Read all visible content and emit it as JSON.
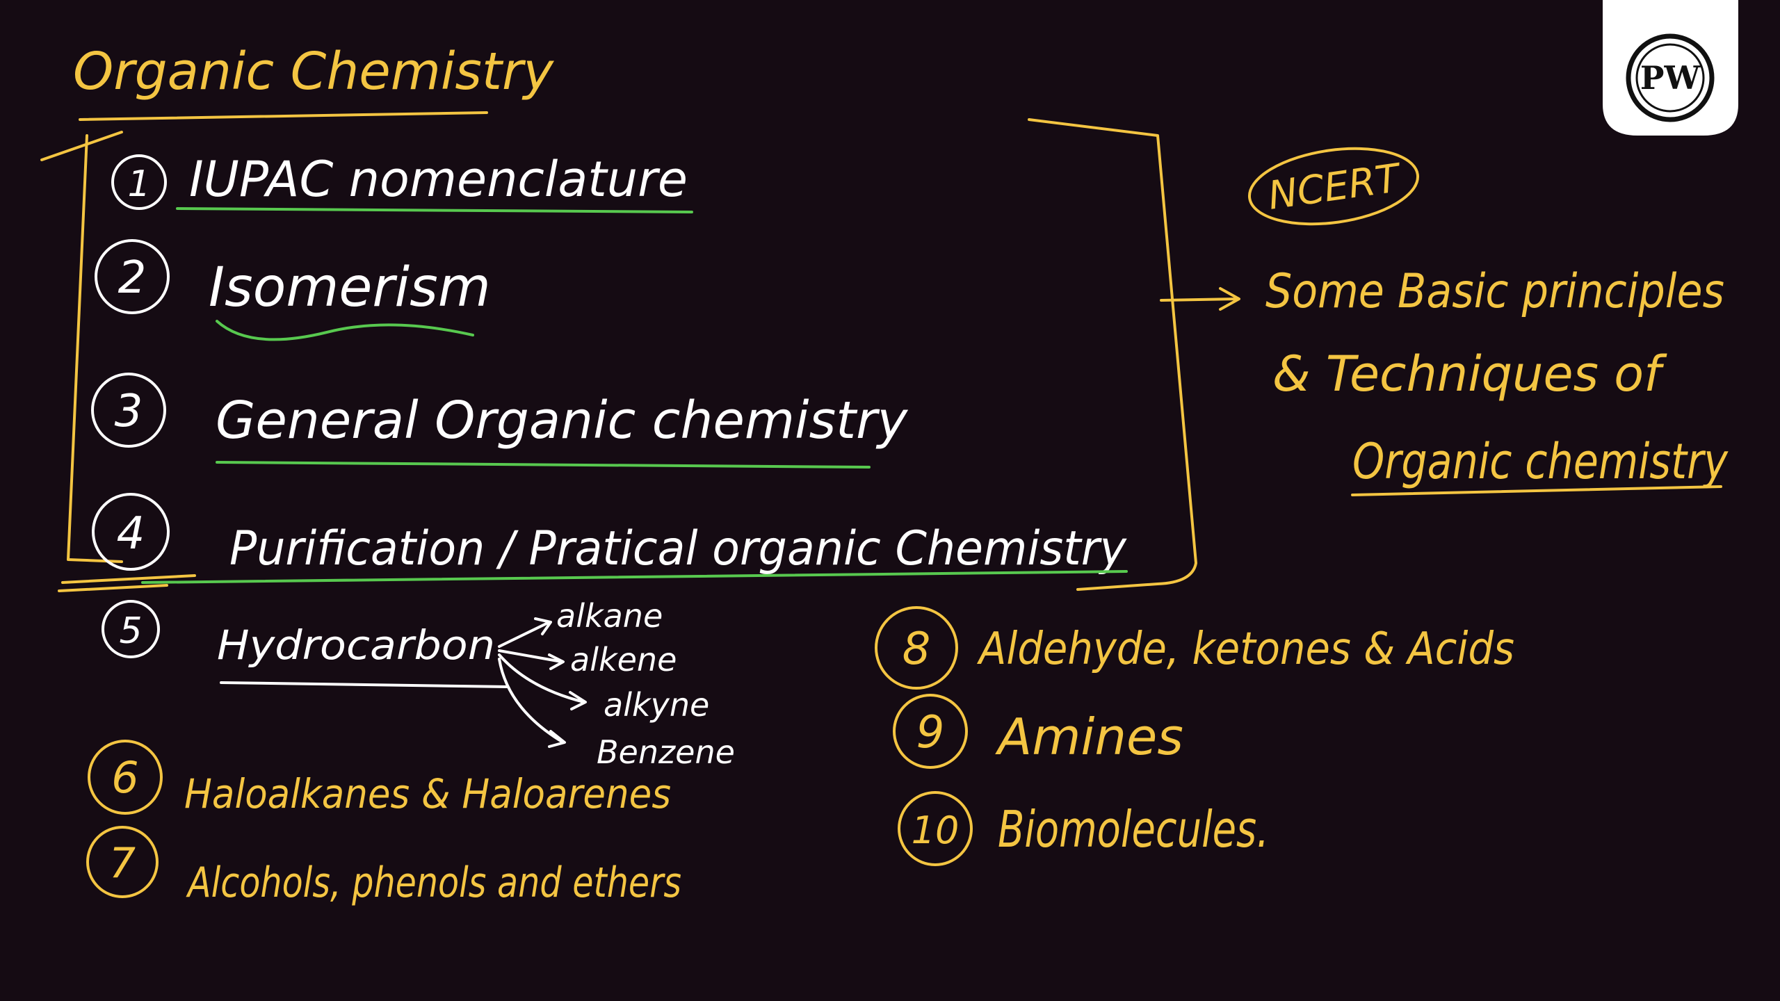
{
  "title": "Organic Chemistry",
  "topics": [
    {
      "num": "1",
      "label": "IUPAC nomenclature"
    },
    {
      "num": "2",
      "label": "Isomerism"
    },
    {
      "num": "3",
      "label": "General Organic chemistry"
    },
    {
      "num": "4",
      "label": "Purification / Pratical organic Chemistry"
    },
    {
      "num": "5",
      "label": "Hydrocarbon"
    },
    {
      "num": "6",
      "label": "Haloalkanes & Haloarenes"
    },
    {
      "num": "7",
      "label": "Alcohols, phenols and ethers"
    },
    {
      "num": "8",
      "label": "Aldehyde, ketones & Acids"
    },
    {
      "num": "9",
      "label": "Amines"
    },
    {
      "num": "10",
      "label": "Biomolecules."
    }
  ],
  "hydrocarbon_branches": [
    "alkane",
    "alkene",
    "alkyne",
    "Benzene"
  ],
  "ncert_tag": "NCERT",
  "ncert_chapter": {
    "line1": "Some Basic principles",
    "line2": "& Techniques of",
    "line3": "Organic chemistry"
  },
  "logo": "PW",
  "colors": {
    "background": "#150b13",
    "yellow_ink": "#f4c542",
    "white_ink": "#ffffff",
    "green_ink": "#58c94f"
  }
}
